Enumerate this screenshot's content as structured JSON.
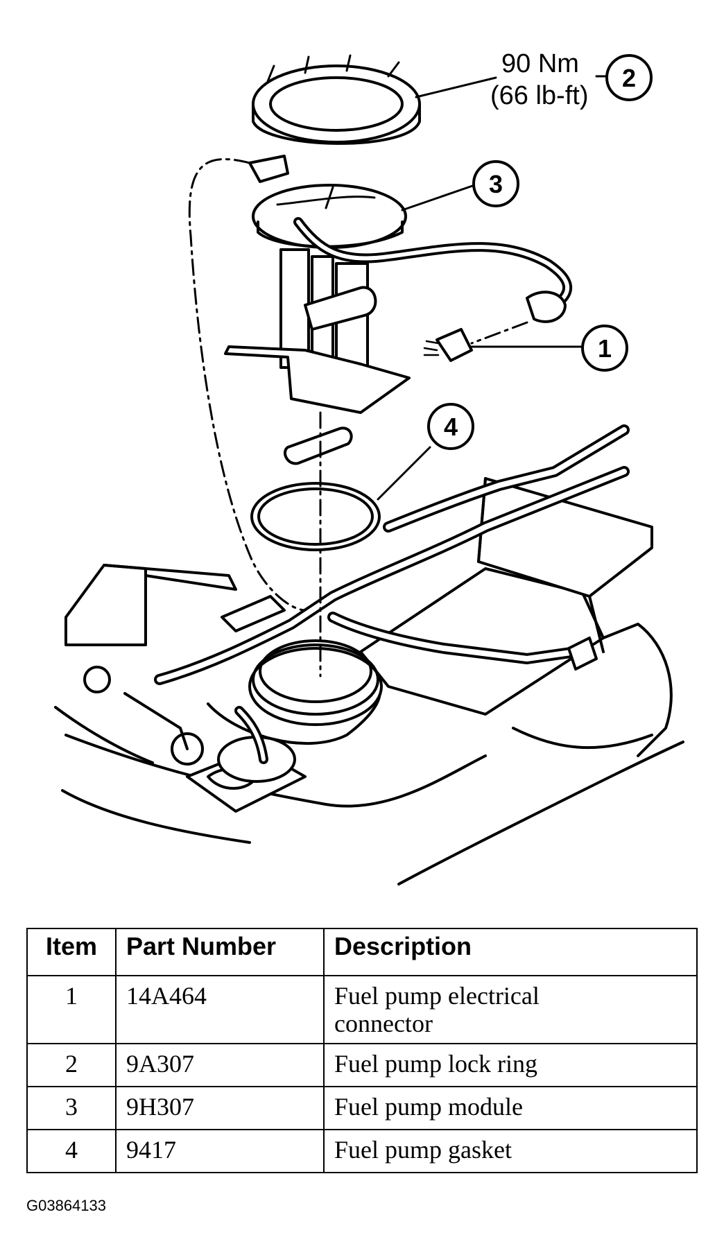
{
  "torque_spec": {
    "metric": "90 Nm",
    "imperial": "(66 lb-ft)"
  },
  "callouts": [
    "1",
    "2",
    "3",
    "4"
  ],
  "table": {
    "headers": {
      "item": "Item",
      "part_number": "Part Number",
      "description": "Description"
    },
    "rows": [
      {
        "item": "1",
        "part_number": "14A464",
        "description": "Fuel pump electrical connector"
      },
      {
        "item": "2",
        "part_number": "9A307",
        "description": "Fuel pump lock ring"
      },
      {
        "item": "3",
        "part_number": "9H307",
        "description": "Fuel pump module"
      },
      {
        "item": "4",
        "part_number": "9417",
        "description": "Fuel pump gasket"
      }
    ]
  },
  "figure_id": "G03864133"
}
